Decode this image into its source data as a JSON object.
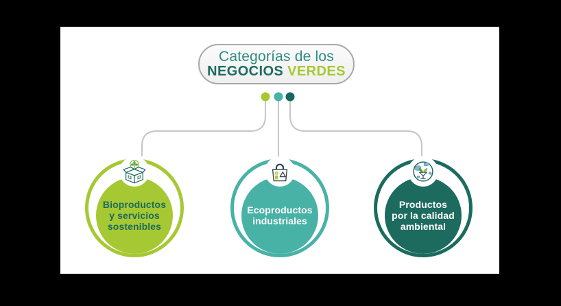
{
  "panel": {
    "canvas_background": "#000000",
    "background": "#ffffff"
  },
  "title": {
    "line1": "Categorías de los",
    "line1_color": "#2e8b80",
    "line2_dark": "NEGOCIOS",
    "line2_dark_color": "#1c6b5e",
    "line2_light": "VERDES",
    "line2_light_color": "#a6c832"
  },
  "connector_color": "#c6c6c6",
  "dots": [
    {
      "name": "dot-bioproductos",
      "color": "#a6c832"
    },
    {
      "name": "dot-ecoproductos",
      "color": "#48b2a7"
    },
    {
      "name": "dot-productos-calidad",
      "color": "#16695c"
    }
  ],
  "categories": [
    {
      "icon": "open-box-sprout-icon",
      "ring_color": "#a6c832",
      "fill_color": "#a6c832",
      "text_color": "#1c6b5e",
      "label_lines": [
        "Bioproductos",
        "y servicios",
        "sostenibles"
      ]
    },
    {
      "icon": "recycle-bag-icon",
      "ring_color": "#48b2a7",
      "fill_color": "#48b2a7",
      "text_color": "#ffffff",
      "label_lines": [
        "Ecoproductos",
        "industriales"
      ]
    },
    {
      "icon": "globe-plant-icon",
      "ring_color": "#1c6b5e",
      "fill_color": "#1c6b5e",
      "text_color": "#ffffff",
      "label_lines": [
        "Productos",
        "por la calidad",
        "ambiental"
      ]
    }
  ]
}
